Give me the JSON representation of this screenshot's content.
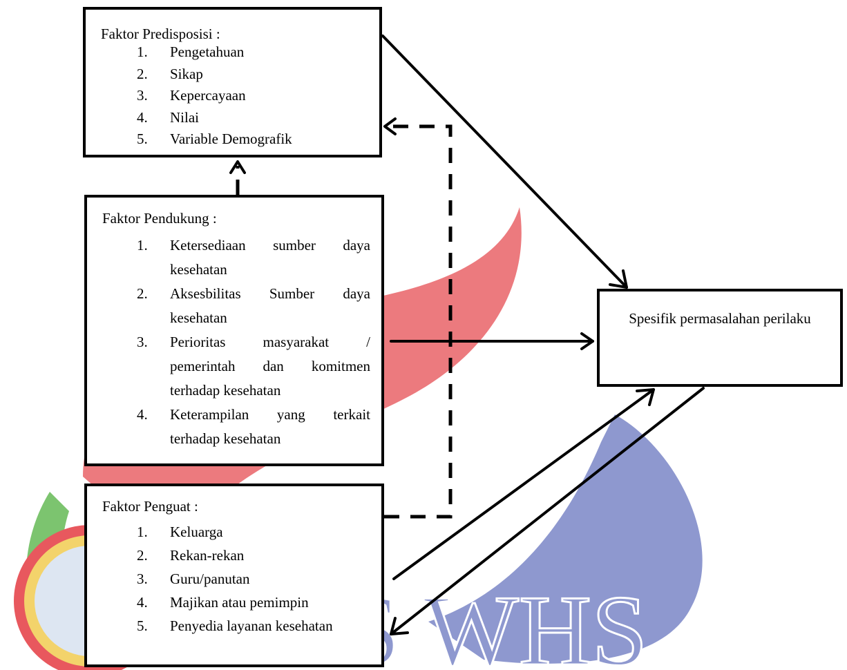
{
  "watermark": {
    "text": "S WHS",
    "colors": {
      "flame_red": "#ec7a7e",
      "drop_blue": "#8e98cf",
      "ring_yellow": "#f3d36b",
      "ring_red": "#e8585e",
      "leaf_green": "#7cc46f"
    }
  },
  "predisposisi": {
    "title": "Faktor Predisposisi :",
    "items": [
      {
        "num": "1.",
        "text": "Pengetahuan"
      },
      {
        "num": "2.",
        "text": "Sikap"
      },
      {
        "num": "3.",
        "text": "Kepercayaan"
      },
      {
        "num": "4.",
        "text": "Nilai"
      },
      {
        "num": "5.",
        "text": "Variable Demografik"
      }
    ]
  },
  "pendukung": {
    "title": "Faktor Pendukung :",
    "items": [
      {
        "num": "1.",
        "text": "Ketersediaan sumber daya kesehatan"
      },
      {
        "num": "2.",
        "text": "Aksesbilitas Sumber daya kesehatan"
      },
      {
        "num": "3.",
        "text": "Perioritas masyarakat / pemerintah dan komitmen terhadap kesehatan"
      },
      {
        "num": "4.",
        "text": "Keterampilan yang terkait terhadap kesehatan"
      }
    ]
  },
  "penguat": {
    "title": "Faktor Penguat :",
    "items": [
      {
        "num": "1.",
        "text": "Keluarga"
      },
      {
        "num": "2.",
        "text": "Rekan-rekan"
      },
      {
        "num": "3.",
        "text": "Guru/panutan"
      },
      {
        "num": "4.",
        "text": "Majikan atau pemimpin"
      },
      {
        "num": "5.",
        "text": "Penyedia layanan kesehatan"
      }
    ]
  },
  "spesifik": {
    "text": "Spesifik permasalahan perilaku"
  }
}
